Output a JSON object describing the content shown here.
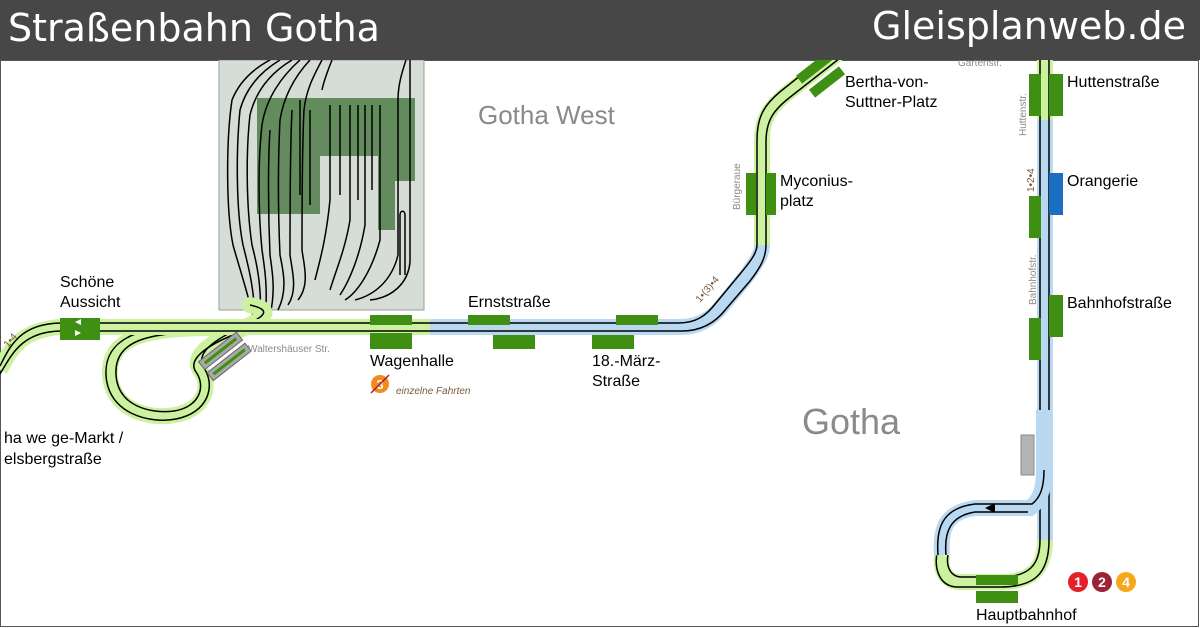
{
  "header": {
    "title": "Straßenbahn Gotha",
    "brand": "Gleisplanweb.de"
  },
  "areas": {
    "west": "Gotha West",
    "city": "Gotha"
  },
  "stations": {
    "schoene_aussicht_1": "Schöne",
    "schoene_aussicht_2": "Aussicht",
    "wagenhalle": "Wagenhalle",
    "ernststrasse": "Ernststraße",
    "maerz_1": "18.-März-",
    "maerz_2": "Straße",
    "myconius_1": "Myconius-",
    "myconius_2": "platz",
    "bertha_1": "Bertha-von-",
    "bertha_2": "Suttner-Platz",
    "huttenstrasse": "Huttenstraße",
    "orangerie": "Orangerie",
    "bahnhofstrasse": "Bahnhofstraße",
    "hauptbahnhof": "Hauptbahnhof",
    "markt_1": "ha we ge-Markt /",
    "markt_2": "elsbergstraße"
  },
  "streets": {
    "waltershaeuser": "Waltershäuser Str.",
    "buergeraue": "Bürgeraue",
    "gartenstr": "Gartenstr.",
    "huttenstr": "Huttenstr.",
    "bahnhofstr": "Bahnhofstr."
  },
  "line_labels": {
    "west": "1•4",
    "diagonal": "1•(3)•4",
    "orangerie": "1•2•4"
  },
  "notes": {
    "einzelne": "einzelne Fahrten"
  },
  "badges": [
    {
      "number": "1",
      "color": "#e3202b"
    },
    {
      "number": "2",
      "color": "#9b2335"
    },
    {
      "number": "4",
      "color": "#f5a81c"
    }
  ],
  "line3_badge": {
    "number": "3",
    "color": "#f28a1e"
  },
  "colors": {
    "green_band": "#ccf2a0",
    "blue_band": "#b9d9f2",
    "platform": "#3e8f12",
    "platform_blue": "#1a6fc2",
    "depot": "#d6dcd6",
    "hall": "#4f7e48"
  }
}
